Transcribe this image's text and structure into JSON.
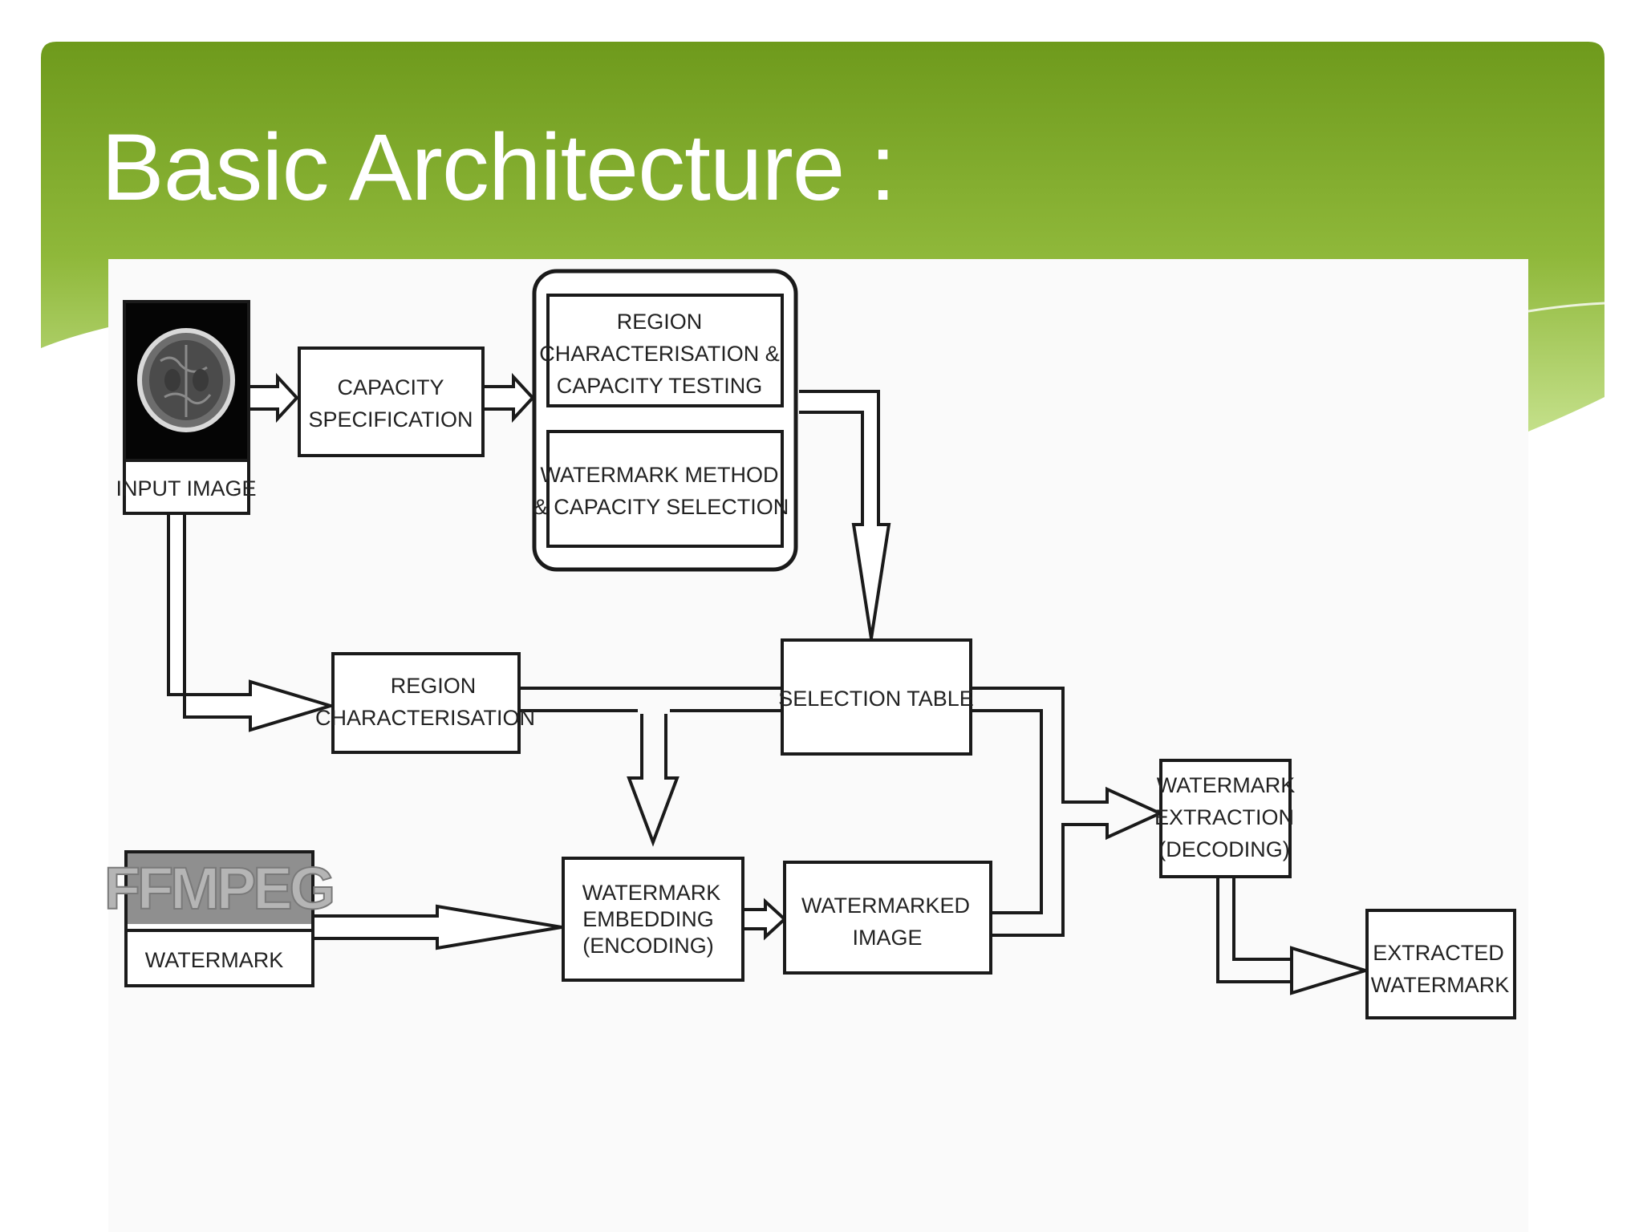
{
  "slide": {
    "title": "Basic Architecture :",
    "colors": {
      "header_dark": "#6f9a1d",
      "header_light": "#a9cf54",
      "box_stroke": "#1a1a1a",
      "panel": "#fafafa"
    }
  },
  "diagram": {
    "nodes": {
      "input_image": {
        "label": "INPUT IMAGE",
        "icon": "brain-mri-icon"
      },
      "capacity_spec": {
        "lines": [
          "CAPACITY",
          "SPECIFICATION"
        ]
      },
      "region_char_cap": {
        "lines": [
          "REGION",
          "CHARACTERISATION &",
          "CAPACITY TESTING"
        ]
      },
      "wm_method": {
        "lines": [
          "WATERMARK METHOD",
          "& CAPACITY SELECTION"
        ]
      },
      "region_char": {
        "lines": [
          "REGION",
          "CHARACTERISATION"
        ]
      },
      "selection_table": {
        "lines": [
          "SELECTION TABLE"
        ]
      },
      "watermark": {
        "label": "WATERMARK",
        "logo_text": "FFMPEG"
      },
      "wm_embedding": {
        "lines": [
          "WATERMARK",
          "EMBEDDING",
          "(ENCODING)"
        ]
      },
      "watermarked_image": {
        "lines": [
          "WATERMARKED",
          "IMAGE"
        ]
      },
      "wm_extraction": {
        "lines": [
          "WATERMARK",
          "EXTRACTION",
          "(DECODING)"
        ]
      },
      "extracted_wm": {
        "lines": [
          "EXTRACTED",
          "WATERMARK"
        ]
      }
    }
  }
}
